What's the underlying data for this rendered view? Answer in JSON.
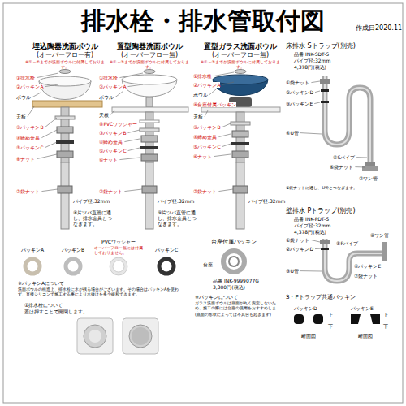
{
  "diagram": {
    "title": "排水栓・排水管取付図",
    "labels": [
      "作成日2020.11",
      "埋込陶器洗面ボウル",
      "(オーバーフロー有)",
      "※①～⑦までが洗面ボウルに付属しております。",
      "①排水栓",
      "②パッキンA",
      "ボウル",
      "天板",
      "③パッキンB",
      "④締め金具",
      "⑤パッキンC",
      "⑥ナット",
      "⑦袋ナット",
      "パイプ径:32mm",
      "⑧片ツバ直管に通し、排水金具とつなぎます。",
      "置型陶器洗面ボウル",
      "(オーバーフロー無)",
      "※①～⑦までが洗面ボウルに付属しております。",
      "①排水栓",
      "②パッキンA",
      "ボウル",
      "天板",
      "⑧PVCワッシャー",
      "③パッキンB",
      "④締め金具",
      "⑤パッキンC",
      "⑥ナット",
      "⑦袋ナット",
      "パイプ径:32mm",
      "⑨片ツバ直管に通し、排水金具とつなぎます。",
      "置型ガラス洗面ボウル",
      "(オーバーフロー無)",
      "※①～⑦までが洗面ボウルに付属しております。",
      "①排水栓",
      "②パッキンA",
      "ボウル",
      "⑧台座付属パッキン",
      "天板",
      "③パッキンB",
      "④締め金具",
      "⑤パッキンC",
      "⑥ナット",
      "⑦袋ナット",
      "パイプ径:32mm",
      "パッキンA",
      "パッキンB",
      "PVCワッシャー",
      "オーバーフロー無には付属しておりません。",
      "パッキンC",
      "台座付属パッキン",
      "台座",
      "品番 INK-9999077G",
      "3,300円(税込)",
      "※パッキンAについて",
      "洗面ボウルの構造上、排水栓に水が残る場合がございます。その場合はパッキンAを使わず、直接シリコンで施工する事により水抜けを多少緩和できます。",
      "①排水栓について",
      "蓋は押すことで開閉します。",
      "※パッキンについて",
      "ガラス洗面ボウルは底面が丸く安定しないため、施工の際には台座の使用をおすすめします。",
      "(底面の形状によっては不具合も起きます)",
      "床排水 Sトラップ(別売)",
      "品番 INK-SDT-S",
      "パイプ径:32mm",
      "4,378円(税込)",
      "①袋ナット",
      "②パッキンD",
      "③パッキンE",
      "④U管",
      "⑤Sパイプ",
      "⑥袋ナット",
      "⑦ワン管",
      "⑥袋ナットに通し、U管とつなぎます。",
      "壁排水 Pトラップ(別売)",
      "品番 INK-PDT-S",
      "パイプ径:32mm",
      "4,378円(税込)",
      "①袋ナット",
      "②パッキンD",
      "③U管",
      "④パッキンE",
      "⑤Pパイプ",
      "⑥ワン管",
      "⑦袋ナット",
      "S・Pトラップ共通パッキン",
      "パッキンD",
      "パッキンE",
      "上",
      "下",
      "上",
      "下",
      "断面図",
      "断面図"
    ]
  }
}
